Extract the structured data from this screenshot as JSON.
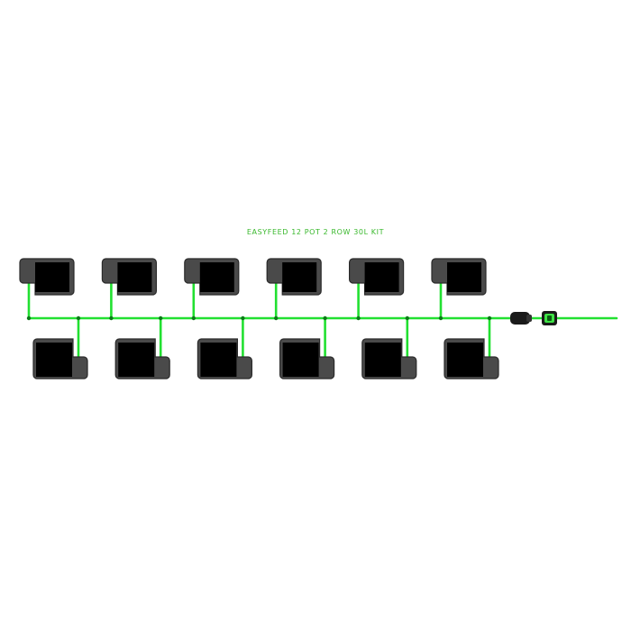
{
  "title": "EASYFEED 12 POT 2 ROW 30L KIT",
  "layout": {
    "rows": 2,
    "pots_per_row": 6,
    "pot_count": 12
  },
  "colors": {
    "pipe": "#22e031",
    "pipe_dark": "#0a7a17",
    "pot_outer": "#4a4a4a",
    "pot_border": "#2a2a2a",
    "pot_inner": "#000000",
    "title": "#39b82c",
    "connector_body": "#1a1a1a",
    "connector_green": "#3fe246"
  },
  "icons": {
    "pot": "square-pot-icon",
    "connector": "hose-connector-icon"
  }
}
